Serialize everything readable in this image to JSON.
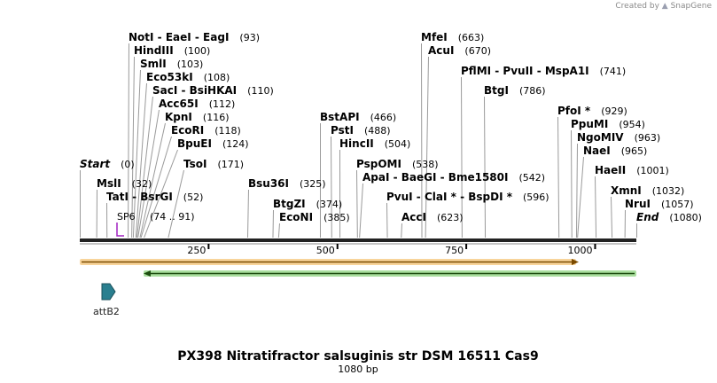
{
  "watermark": {
    "prefix": "Created by",
    "brand": "SnapGene"
  },
  "title": "PX398 Nitratifractor salsuginis str DSM 16511 Cas9",
  "length_label": "1080 bp",
  "sequence_length": 1080,
  "ticks": [
    "250",
    "500",
    "750",
    "1000"
  ],
  "primer": {
    "name": "SP6",
    "range": "(74 .. 91)",
    "color": "#a020c0"
  },
  "feature": {
    "name": "attB2",
    "color": "#2a7f8f"
  },
  "orf_colors": {
    "forward": "#f0a020",
    "reverse": "#55c040"
  },
  "sites": [
    {
      "label": "NotI - EaeI - EagI",
      "pos": "(93)",
      "at": 93
    },
    {
      "label": "HindIII",
      "pos": "(100)",
      "at": 100
    },
    {
      "label": "SmlI",
      "pos": "(103)",
      "at": 103
    },
    {
      "label": "Eco53kI",
      "pos": "(108)",
      "at": 108
    },
    {
      "label": "SacI - BsiHKAI",
      "pos": "(110)",
      "at": 110
    },
    {
      "label": "Acc65I",
      "pos": "(112)",
      "at": 112
    },
    {
      "label": "KpnI",
      "pos": "(116)",
      "at": 116
    },
    {
      "label": "EcoRI",
      "pos": "(118)",
      "at": 118
    },
    {
      "label": "BpuEI",
      "pos": "(124)",
      "at": 124
    },
    {
      "label": "Start",
      "pos": "(0)",
      "at": 0,
      "italic": true
    },
    {
      "label": "TsoI",
      "pos": "(171)",
      "at": 171
    },
    {
      "label": "MslI",
      "pos": "(32)",
      "at": 32
    },
    {
      "label": "TatI - BsrGI",
      "pos": "(52)",
      "at": 52
    },
    {
      "label": "Bsu36I",
      "pos": "(325)",
      "at": 325
    },
    {
      "label": "BtgZI",
      "pos": "(374)",
      "at": 374
    },
    {
      "label": "EcoNI",
      "pos": "(385)",
      "at": 385
    },
    {
      "label": "BstAPI",
      "pos": "(466)",
      "at": 466
    },
    {
      "label": "PstI",
      "pos": "(488)",
      "at": 488
    },
    {
      "label": "HincII",
      "pos": "(504)",
      "at": 504
    },
    {
      "label": "PspOMI",
      "pos": "(538)",
      "at": 538
    },
    {
      "label": "ApaI - BaeGI - Bme1580I",
      "pos": "(542)",
      "at": 542
    },
    {
      "label": "PvuI - ClaI * - BspDI *",
      "pos": "(596)",
      "at": 596
    },
    {
      "label": "AccI",
      "pos": "(623)",
      "at": 623
    },
    {
      "label": "MfeI",
      "pos": "(663)",
      "at": 663
    },
    {
      "label": "AcuI",
      "pos": "(670)",
      "at": 670
    },
    {
      "label": "PflMI - PvuII - MspA1I",
      "pos": "(741)",
      "at": 741
    },
    {
      "label": "BtgI",
      "pos": "(786)",
      "at": 786
    },
    {
      "label": "PfoI *",
      "pos": "(929)",
      "at": 929
    },
    {
      "label": "PpuMI",
      "pos": "(954)",
      "at": 954
    },
    {
      "label": "NgoMIV",
      "pos": "(963)",
      "at": 963
    },
    {
      "label": "NaeI",
      "pos": "(965)",
      "at": 965
    },
    {
      "label": "HaeII",
      "pos": "(1001)",
      "at": 1001
    },
    {
      "label": "XmnI",
      "pos": "(1032)",
      "at": 1032
    },
    {
      "label": "NruI",
      "pos": "(1057)",
      "at": 1057
    },
    {
      "label": "End",
      "pos": "(1080)",
      "at": 1080,
      "italic": true
    }
  ]
}
